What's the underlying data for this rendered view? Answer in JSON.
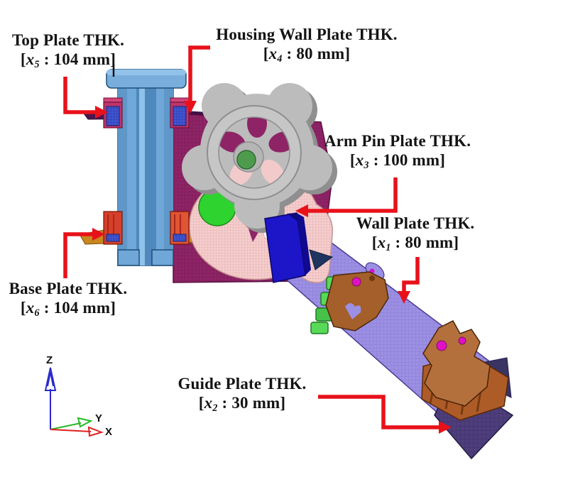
{
  "figure": {
    "type": "engineering-diagram",
    "description_visible_parts": [
      "column assembly",
      "handwheel",
      "arm",
      "guide plate"
    ],
    "background": "#ffffff"
  },
  "labels": [
    {
      "id": "top-plate",
      "title": "Top Plate THK.",
      "open": "[",
      "var": "x",
      "sub": "5",
      "rest": " : 104 mm",
      "close": "]"
    },
    {
      "id": "housing-wall-plate",
      "title": "Housing Wall Plate THK.",
      "open": "[",
      "var": "x",
      "sub": "4",
      "rest": " : 80 mm",
      "close": "]"
    },
    {
      "id": "arm-pin-plate",
      "title": "Arm Pin Plate THK.",
      "open": "[",
      "var": "x",
      "sub": "3",
      "rest": " : 100 mm",
      "close": "]"
    },
    {
      "id": "wall-plate",
      "title": "Wall Plate THK.",
      "open": "[",
      "var": "x",
      "sub": "1",
      "rest": " : 80 mm",
      "close": "]"
    },
    {
      "id": "base-plate",
      "title": "Base Plate THK.",
      "open": "[",
      "var": "x",
      "sub": "6",
      "rest": " : 104 mm",
      "close": "]"
    },
    {
      "id": "guide-plate",
      "title": "Guide Plate THK.",
      "open": "[",
      "var": "x",
      "sub": "2",
      "rest": " : 30 mm",
      "close": "]"
    }
  ],
  "axis_triad": {
    "z_label": "Z",
    "y_label": "Y",
    "x_label": "X",
    "z_color": "#2a2ad0",
    "y_color": "#28b828",
    "x_color": "#e02020"
  },
  "colors": {
    "arrow_red": "#e8111a",
    "label_text": "#141414",
    "column_blue": "#6fa8d8",
    "housing_magenta": "#8e2466",
    "wheel_gray": "#bcbcbc",
    "hub_green": "#4e9b4e",
    "arm_pink": "#f5cece",
    "arm_green_pad": "#2fd32f",
    "pin_plate_blue": "#1c16c8",
    "wall_plate_purple": "#9c90e4",
    "bracket_copper": "#b4703c",
    "guide_plate_purple": "#4e3e7c",
    "pin_dot_magenta": "#e010c8",
    "top_bracket_crimson": "#c03468",
    "base_bracket_red": "#d5402a",
    "wing_tan": "#c8871f"
  }
}
